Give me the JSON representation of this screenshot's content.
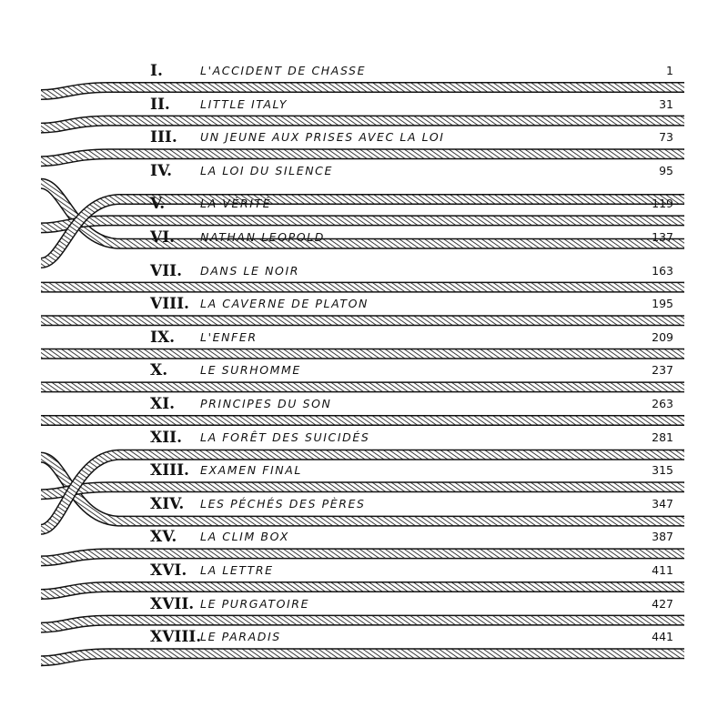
{
  "toc": {
    "entries": [
      {
        "numeral": "I.",
        "title": "L'ACCIDENT DE CHASSE",
        "page": "1"
      },
      {
        "numeral": "II.",
        "title": "LITTLE ITALY",
        "page": "31"
      },
      {
        "numeral": "III.",
        "title": "UN JEUNE AUX PRISES AVEC LA LOI",
        "page": "73"
      },
      {
        "numeral": "IV.",
        "title": "LA LOI DU SILENCE",
        "page": "95"
      },
      {
        "numeral": "V.",
        "title": "LA VÉRITÉ",
        "page": "119"
      },
      {
        "numeral": "VI.",
        "title": "NATHAN LEOPOLD",
        "page": "137"
      },
      {
        "numeral": "VII.",
        "title": "DANS LE NOIR",
        "page": "163"
      },
      {
        "numeral": "VIII.",
        "title": "LA CAVERNE DE PLATON",
        "page": "195"
      },
      {
        "numeral": "IX.",
        "title": "L'ENFER",
        "page": "209"
      },
      {
        "numeral": "X.",
        "title": "LE SURHOMME",
        "page": "237"
      },
      {
        "numeral": "XI.",
        "title": "PRINCIPES DU SON",
        "page": "263"
      },
      {
        "numeral": "XII.",
        "title": "LA FORÊT DES SUICIDÉS",
        "page": "281"
      },
      {
        "numeral": "XIII.",
        "title": "EXAMEN FINAL",
        "page": "315"
      },
      {
        "numeral": "XIV.",
        "title": "LES PÉCHÉS DES PÈRES",
        "page": "347"
      },
      {
        "numeral": "XV.",
        "title": "LA CLIM BOX",
        "page": "387"
      },
      {
        "numeral": "XVI.",
        "title": "LA LETTRE",
        "page": "411"
      },
      {
        "numeral": "XVII.",
        "title": "LE PURGATOIRE",
        "page": "427"
      },
      {
        "numeral": "XVIII.",
        "title": "LE PARADIS",
        "page": "441"
      }
    ]
  },
  "colors": {
    "ink": "#111111",
    "paper": "#ffffff"
  }
}
